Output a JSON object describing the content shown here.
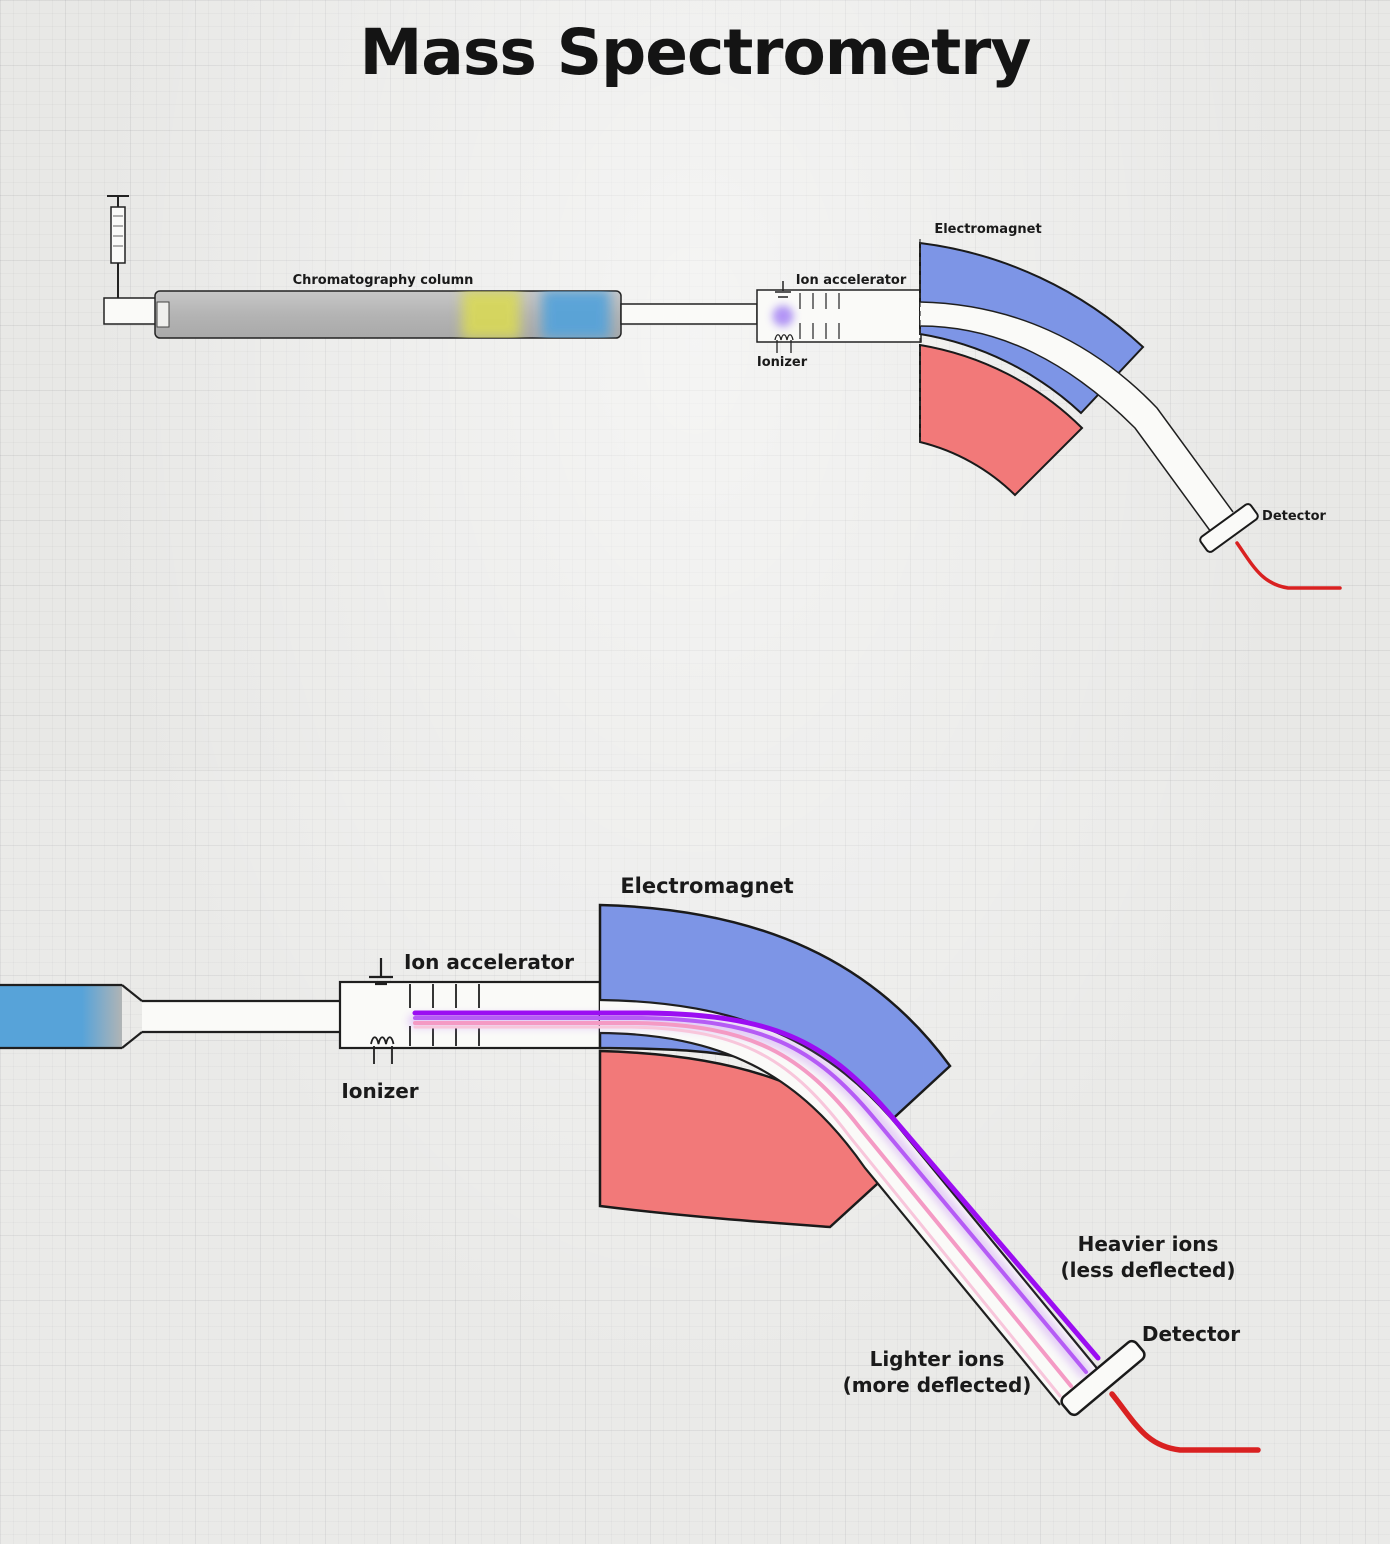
{
  "title": "Mass Spectrometry",
  "colors": {
    "magnet_blue": "#7d95e6",
    "magnet_red": "#f27979",
    "band_yellow": "#d9d957",
    "band_blue": "#57a3d9",
    "column_gray": "#b9b9b9",
    "beam_heavy": "#9b0df2",
    "beam_heavy2": "#b55cf5",
    "beam_light": "#f49ac4",
    "beam_light2": "#f8c6db",
    "beam_glow": "#b36bf2",
    "wire_red": "#d92121",
    "text_heavier": "#9b10e8",
    "text_lighter": "#f27ba5"
  },
  "overview": {
    "labels": {
      "chromatography_column": "Chromatography column",
      "ion_accelerator": "Ion accelerator",
      "ionizer": "Ionizer",
      "electromagnet": "Electromagnet",
      "detector": "Detector"
    }
  },
  "detail": {
    "labels": {
      "ion_accelerator": "Ion accelerator",
      "ionizer": "Ionizer",
      "electromagnet": "Electromagnet",
      "detector": "Detector",
      "heavier_ions_line1": "Heavier ions",
      "heavier_ions_line2": "(less deflected)",
      "lighter_ions_line1": "Lighter ions",
      "lighter_ions_line2": "(more deflected)"
    }
  }
}
